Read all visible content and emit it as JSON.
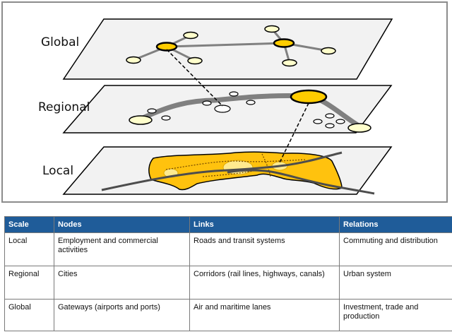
{
  "diagram": {
    "layers": [
      {
        "label": "Global"
      },
      {
        "label": "Regional"
      },
      {
        "label": "Local"
      }
    ]
  },
  "table": {
    "headers": [
      "Scale",
      "Nodes",
      "Links",
      "Relations"
    ],
    "rows": [
      [
        "Local",
        "Employment and commercial activities",
        "Roads and transit systems",
        "Commuting and distribution"
      ],
      [
        "Regional",
        "Cities",
        "Corridors (rail lines, highways, canals)",
        "Urban system"
      ],
      [
        "Global",
        "Gateways (airports and ports)",
        "Air and maritime lanes",
        "Investment, trade and production"
      ]
    ]
  },
  "colors": {
    "plane_fill": "#f2f2f2",
    "node_fill": "#ffffcc",
    "hub_fill": "#ffcc00",
    "local_area_fill": "#ffc20e",
    "link_gray": "#808080",
    "header_bg": "#1f5c99"
  }
}
